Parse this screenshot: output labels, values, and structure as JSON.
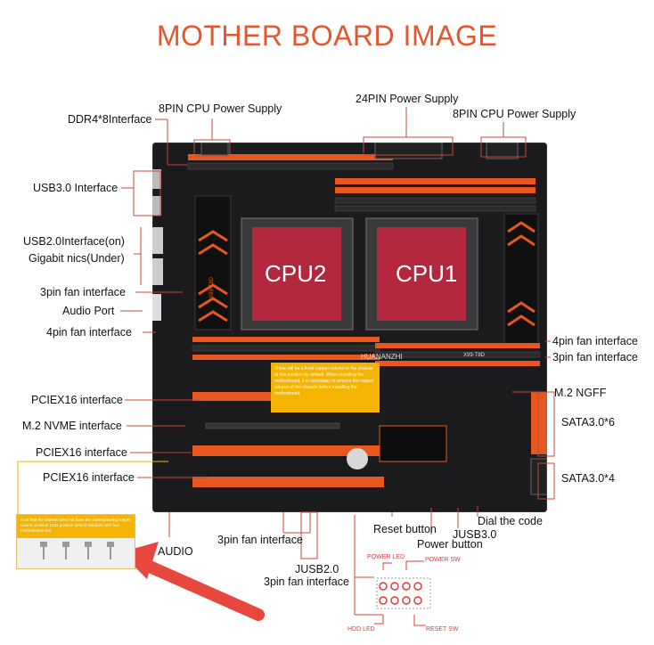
{
  "title": "MOTHER BOARD IMAGE",
  "labels": {
    "ddr4": "DDR4*8Interface",
    "cpu_power_left": "8PIN CPU Power Supply",
    "power_24pin": "24PIN Power Supply",
    "cpu_power_right": "8PIN CPU Power Supply",
    "usb30": "USB3.0 Interface",
    "usb20": "USB2.0Interface(on)",
    "gigabit": "Gigabit nics(Under)",
    "fan3pin_left": "3pin fan interface",
    "audio_port": "Audio Port",
    "fan4pin_left": "4pin fan interface",
    "fan4pin_right": "4pin fan interface",
    "fan3pin_right": "3pin fan interface",
    "pciex16_1": "PCIEX16 interface",
    "m2_nvme": "M.2 NVME interface",
    "pciex16_2": "PCIEX16 interface",
    "pciex16_3": "PCIEX16 interface",
    "m2_ngff": "M.2 NGFF",
    "sata6": "SATA3.0*6",
    "sata4": "SATA3.0*4",
    "audio": "AUDIO",
    "fan3pin_bottom": "3pin fan interface",
    "reset_button": "Reset button",
    "jusb30": "JUSB3.0",
    "power_button": "Power button",
    "dial_code": "Dial the code",
    "jusb20": "JUSB2.0",
    "fan3pin_bottom2": "3pin fan interface",
    "cpu1": "CPU1",
    "cpu2": "CPU2",
    "brand": "HUANANZHI",
    "model": "X99-T8D",
    "heatsink_text": "X99-T8D"
  },
  "note_center": "There will be a fixed copper column in the chassis at this position by default. When installing the motherboard, it is necessary to remove the copper column of the chassis before installing the motherboard.",
  "note_bottom": "Note that the chassis does not have the corresponding copper column position 1234 position default standard with four motherboard mol",
  "pins": {
    "power_led": "POWER LED",
    "power_sw": "POWER SW",
    "hdd_led": "HDD LED",
    "reset_sw": "RESET SW"
  },
  "colors": {
    "accent": "#e4572e",
    "slot_orange": "#e8581e",
    "board": "#1b1a1c",
    "leader": "#c4483c",
    "note_yellow": "#f5b400",
    "arrow_red": "#e8473e"
  }
}
